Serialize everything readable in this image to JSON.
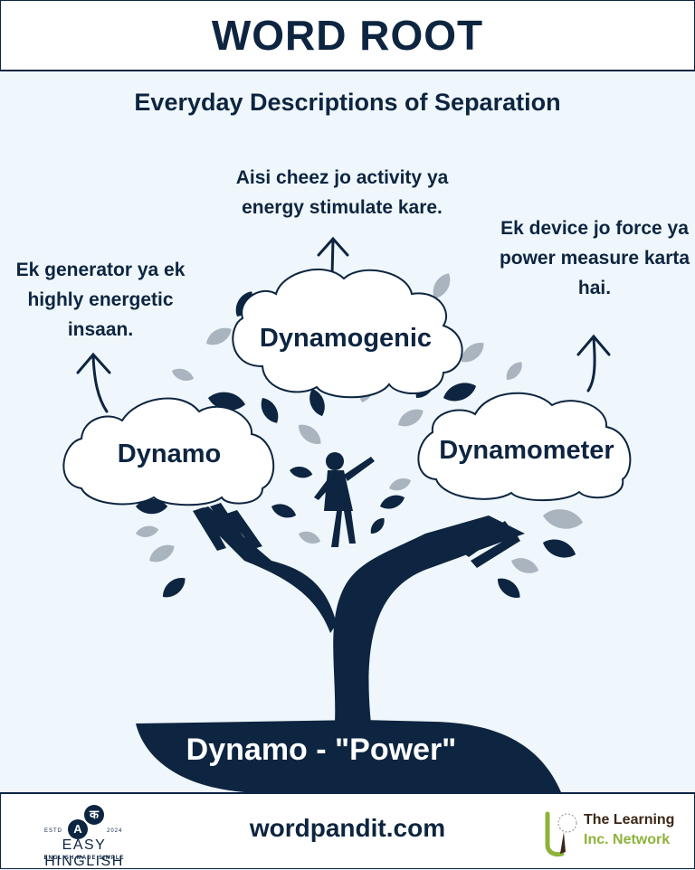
{
  "header": {
    "title": "WORD ROOT"
  },
  "subtitle": "Everyday Descriptions of Separation",
  "root": {
    "label": "Dynamo - \"Power\""
  },
  "words": [
    {
      "word": "Dynamogenic",
      "meaning": "Aisi cheez jo activity ya energy stimulate kare."
    },
    {
      "word": "Dynamo",
      "meaning": "Ek generator ya ek highly energetic insaan."
    },
    {
      "word": "Dynamometer",
      "meaning": "Ek device jo force ya power measure karta hai."
    }
  ],
  "footer": {
    "site": "wordpandit.com",
    "left_logo": {
      "brand": "EASY HINGLISH",
      "tagline": "ENGLISH MADE SIMPLE",
      "estd": "ESTD",
      "year": "2024",
      "bubble_a": "A",
      "bubble_k": "क"
    },
    "right_logo": {
      "line1": "The Learning",
      "line2": "Inc. Network"
    }
  },
  "colors": {
    "navy": "#0d2540",
    "background": "#eff7fc",
    "leaf_gray": "#a9b4bf",
    "green": "#8db33a",
    "brown": "#3b2618"
  }
}
